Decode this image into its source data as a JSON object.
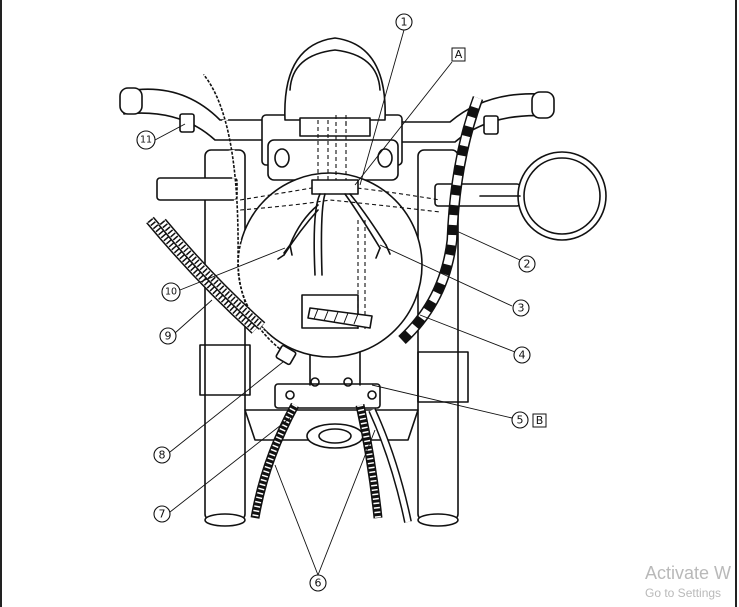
{
  "callouts": {
    "c1": "1",
    "c2": "2",
    "c3": "3",
    "c4": "4",
    "c5": "5",
    "c6": "6",
    "c7": "7",
    "c8": "8",
    "c9": "9",
    "c10": "10",
    "c11": "11"
  },
  "boxes": {
    "a": "A",
    "b": "B"
  },
  "watermark": {
    "title": "Activate W",
    "subtitle": "Go to Settings"
  }
}
